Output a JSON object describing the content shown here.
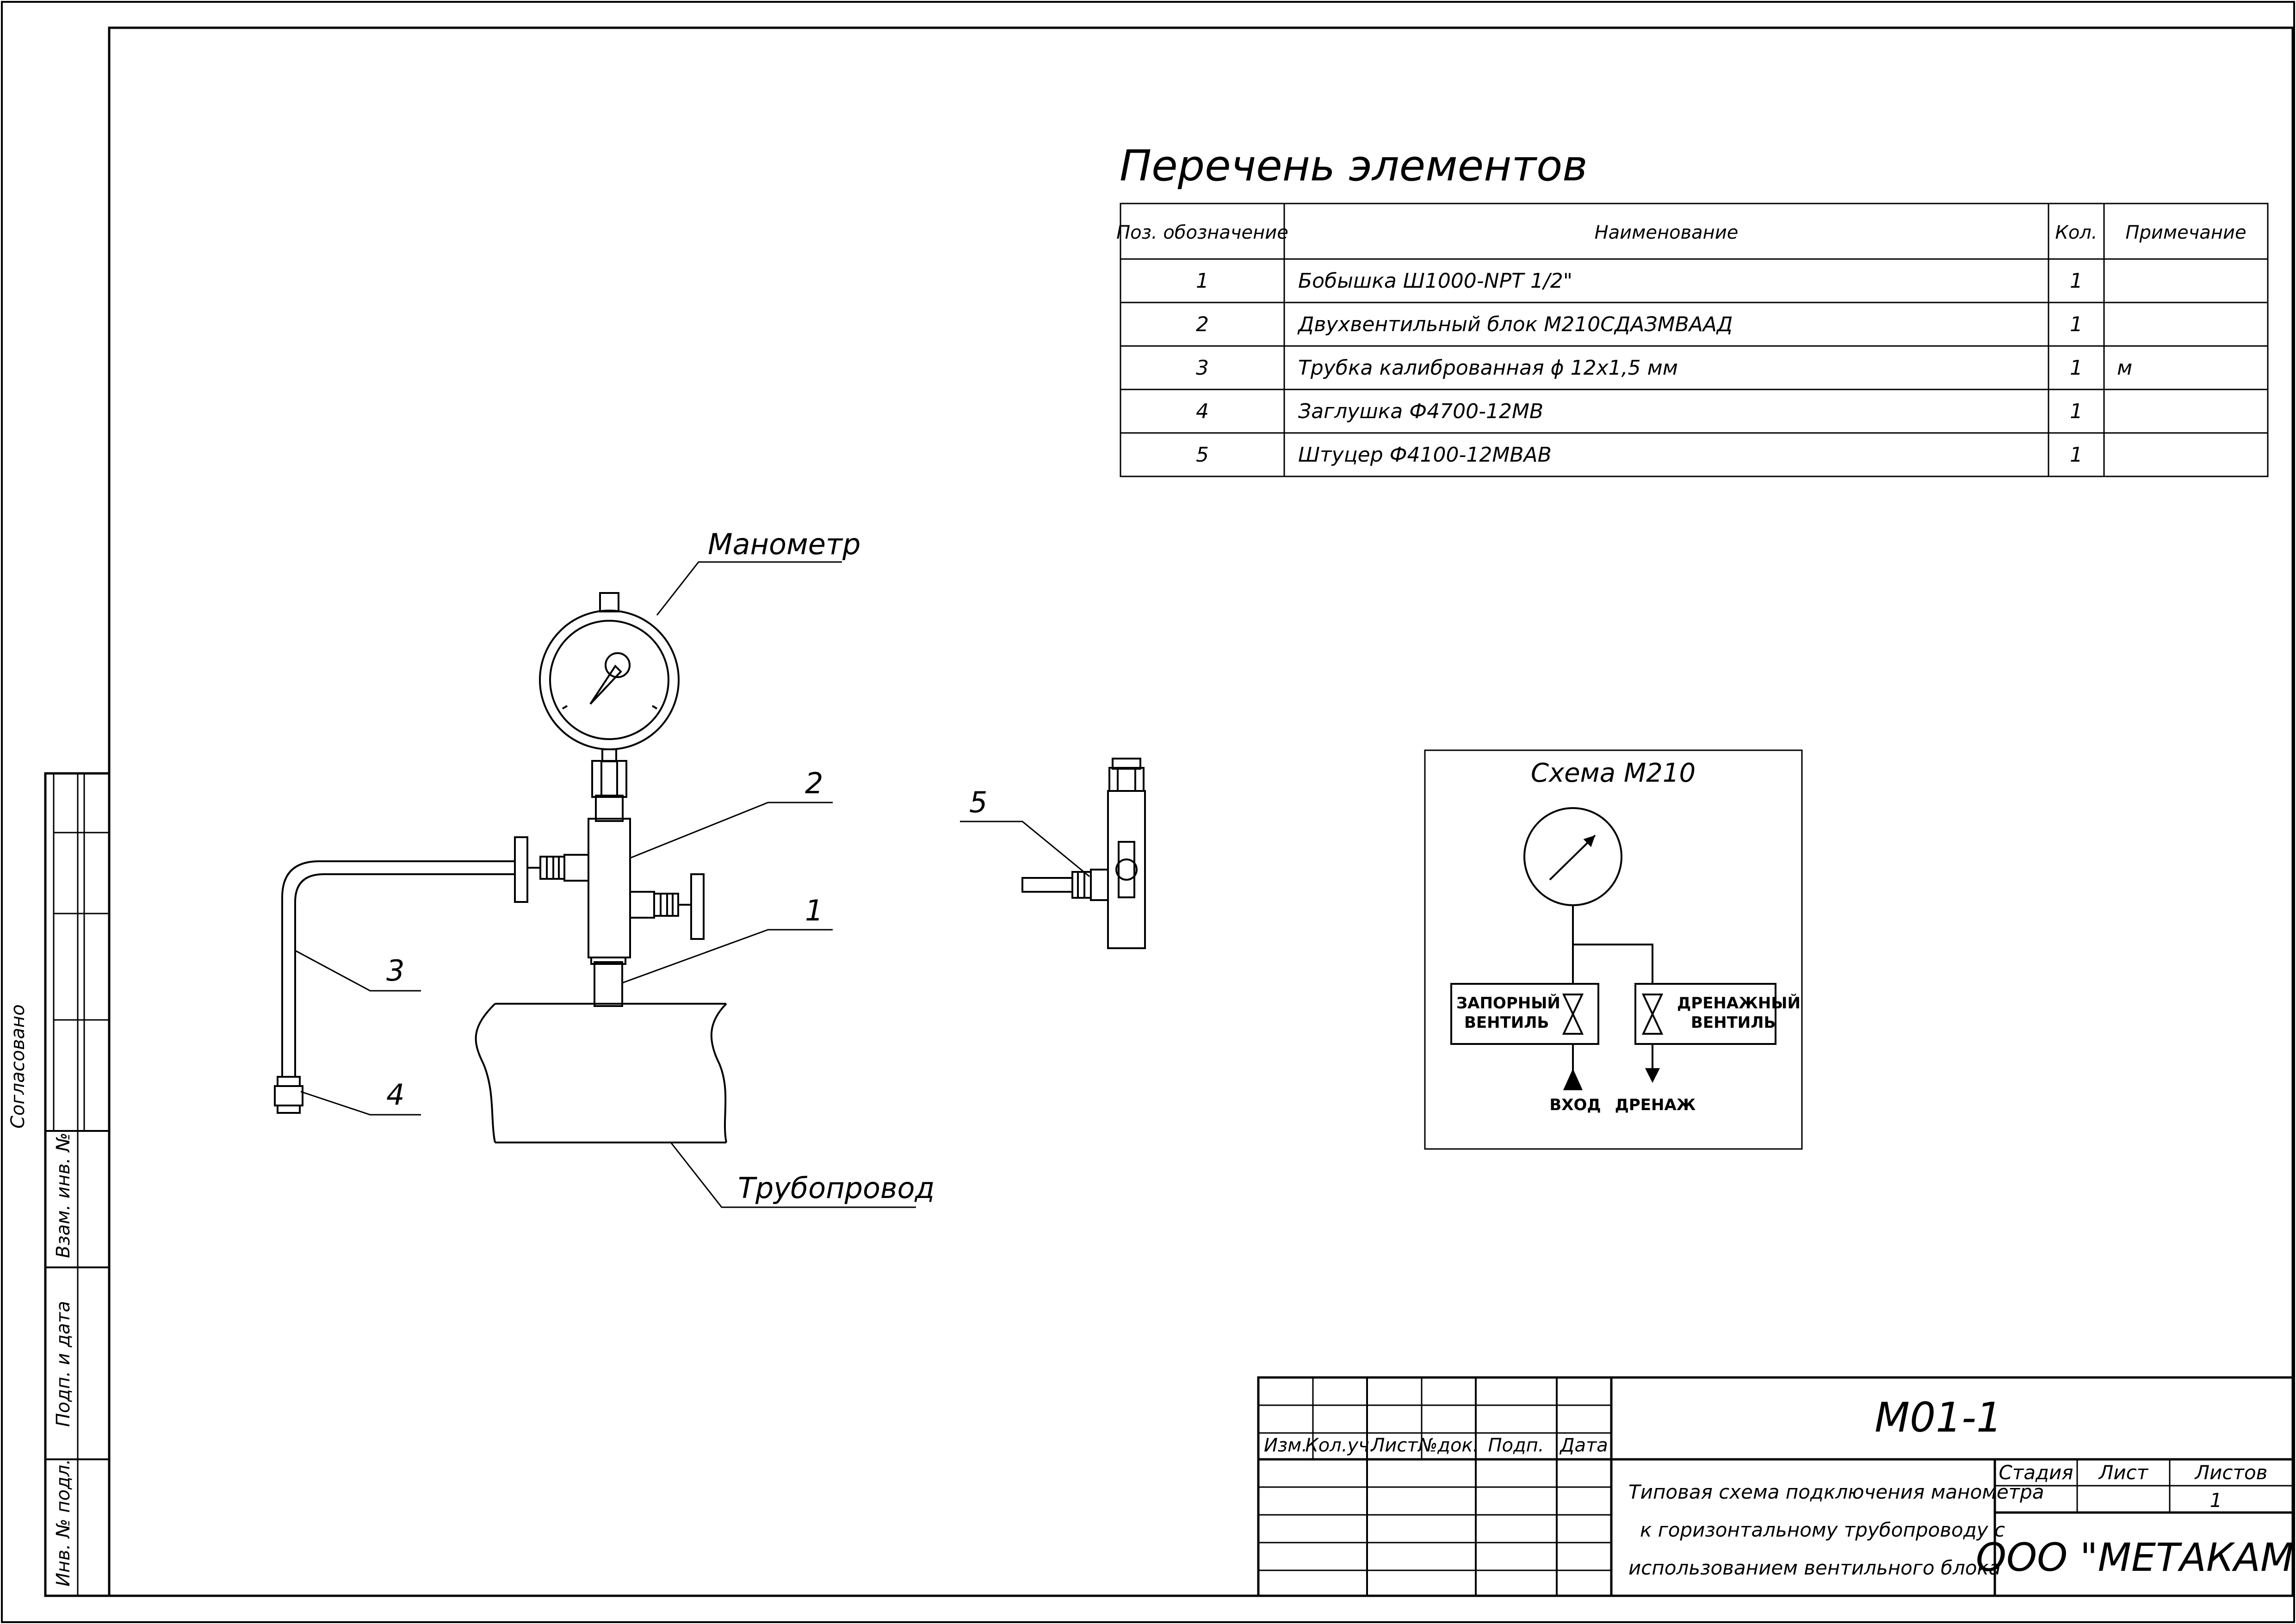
{
  "stamp_vertical": {
    "agreed": "Согласовано",
    "inv_replace": "Взам. инв. №",
    "sign_date": "Подп. и дата",
    "inv_original": "Инв. № подл."
  },
  "spec": {
    "title": "Перечень элементов",
    "headers": {
      "pos": "Поз. обозначение",
      "name": "Наименование",
      "qty": "Кол.",
      "note": "Примечание"
    },
    "rows": [
      {
        "pos": "1",
        "name": "Бобышка Ш1000-NPT 1/2\"",
        "qty": "1",
        "note": ""
      },
      {
        "pos": "2",
        "name": "Двухвентильный блок М210СДАЗМВААД",
        "qty": "1",
        "note": ""
      },
      {
        "pos": "3",
        "name": "Трубка калиброванная ϕ 12x1,5 мм",
        "qty": "1",
        "note": "м"
      },
      {
        "pos": "4",
        "name": "Заглушка Ф4700-12МВ",
        "qty": "1",
        "note": ""
      },
      {
        "pos": "5",
        "name": "Штуцер Ф4100-12МВАВ",
        "qty": "1",
        "note": ""
      }
    ]
  },
  "drawing": {
    "manometer_label": "Манометр",
    "pipeline_label": "Трубопровод",
    "callouts": [
      "1",
      "2",
      "3",
      "4",
      "5"
    ]
  },
  "scheme": {
    "title": "Схема М210",
    "shutoff_valve": [
      "ЗАПОРНЫЙ",
      "ВЕНТИЛЬ"
    ],
    "drain_valve": [
      "ДРЕНАЖНЫЙ",
      "ВЕНТИЛЬ"
    ],
    "inlet": "ВХОД",
    "drain": "ДРЕНАЖ"
  },
  "title_block": {
    "doc_code": "М01-1",
    "col_headers": [
      "Изм.",
      "Кол.уч.",
      "Лист",
      "№док.",
      "Подп.",
      "Дата"
    ],
    "description": [
      "Типовая схема подключения манометра",
      "к горизонтальному трубопроводу с",
      "использованием вентильного блока"
    ],
    "stage_label": "Стадия",
    "sheet_label": "Лист",
    "sheets_label": "Листов",
    "sheets_value": "1",
    "company": "ООО \"МЕТАКАМ\""
  }
}
